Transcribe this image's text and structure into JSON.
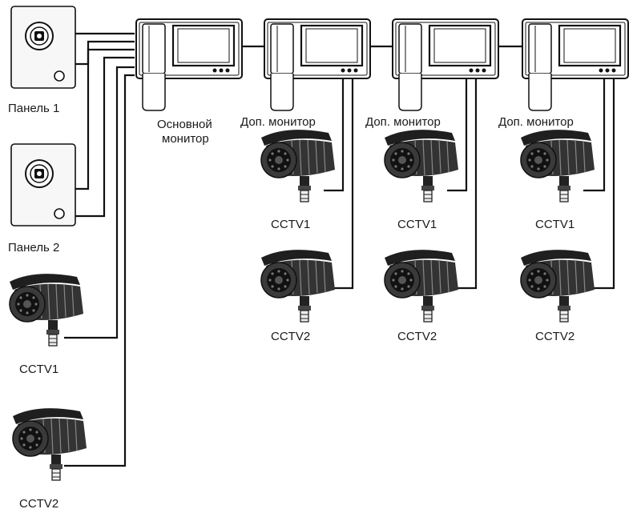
{
  "panels": [
    {
      "label": "Панель 1"
    },
    {
      "label": "Панель 2"
    }
  ],
  "main_monitor": {
    "label_line1": "Основной",
    "label_line2": "монитор"
  },
  "aux_monitors": [
    {
      "label": "Доп. монитор",
      "cam1": "CCTV1",
      "cam2": "CCTV2"
    },
    {
      "label": "Доп. монитор",
      "cam1": "CCTV1",
      "cam2": "CCTV2"
    },
    {
      "label": "Доп. монитор",
      "cam1": "CCTV1",
      "cam2": "CCTV2"
    }
  ],
  "main_cameras": {
    "cam1": "CCTV1",
    "cam2": "CCTV2"
  },
  "colors": {
    "line": "#111111",
    "device_fill": "#ffffff",
    "camera_dark": "#2b2b2b",
    "panel_fill": "#f7f7f7"
  }
}
